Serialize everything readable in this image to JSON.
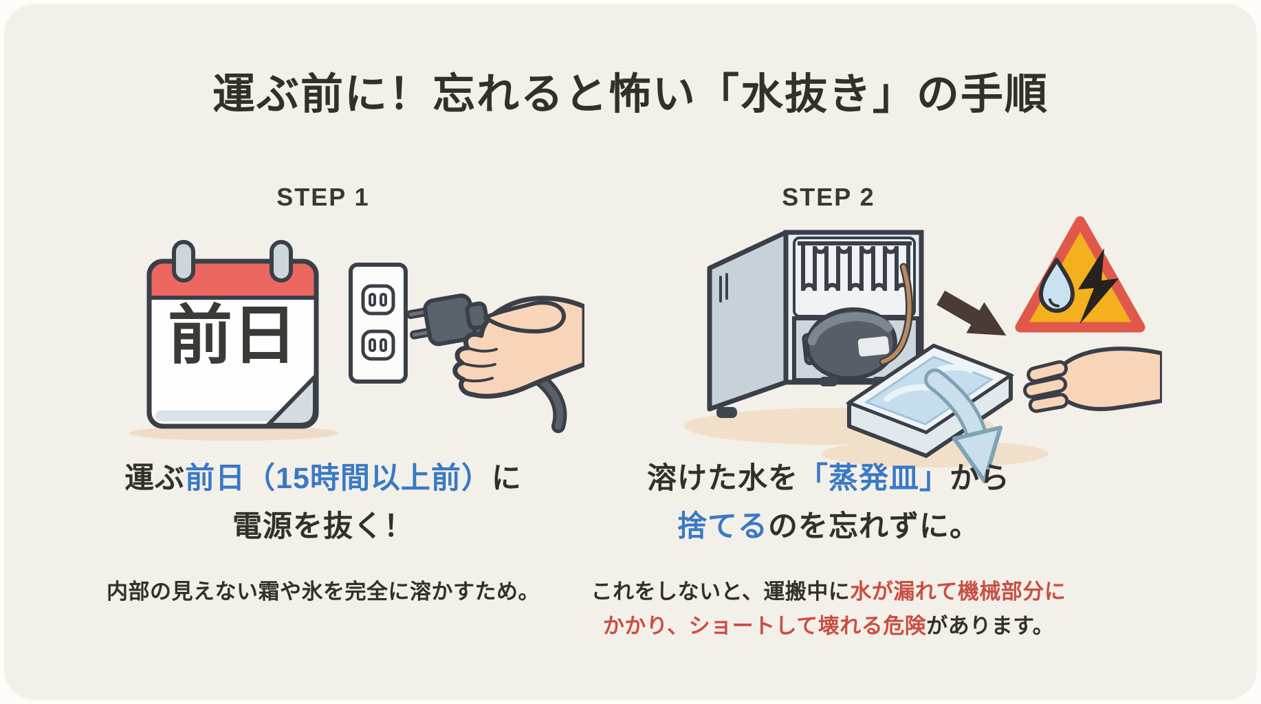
{
  "title": "運ぶ前に！忘れると怖い「水抜き」の手順",
  "colors": {
    "bg-outer": "#fdfcf8",
    "bg-card": "#f3f0e9",
    "text-dark": "#33302b",
    "accent-blue": "#3a79c5",
    "alert-red": "#c94f43",
    "calendar-red": "#ec6760",
    "warning-yellow": "#f4b01e",
    "warning-border": "#e0584a",
    "outline": "#3a3f48",
    "skin": "#f8d5b8",
    "water-blue": "#c5dded"
  },
  "step1": {
    "label": "STEP 1",
    "calendar_text": "前日",
    "heading": {
      "l1_black1": "運ぶ",
      "l1_blue": "前日（15時間以上前）",
      "l1_black2": "に",
      "l2": "電源を抜く！"
    },
    "note": "内部の見えない霜や氷を完全に溶かすため。",
    "icons": [
      "calendar-icon",
      "outlet-icon",
      "plug-icon",
      "hand-icon"
    ]
  },
  "step2": {
    "label": "STEP 2",
    "heading": {
      "l1_black1": "溶けた水を",
      "l1_blue": "「蒸発皿」",
      "l1_black2": "から",
      "l2_blue": "捨てる",
      "l2_black": "のを忘れずに。"
    },
    "note": {
      "l1_black": "これをしないと、運搬中に",
      "l1_red": "水が漏れて機械部分に",
      "l2_red": "かかり、ショートして壊れる危険",
      "l2_black": "があります。"
    },
    "icons": [
      "fridge-back-icon",
      "arrow-right-icon",
      "water-electric-warning-icon",
      "drain-pan-icon",
      "hand-icon",
      "arrow-down-icon"
    ]
  }
}
